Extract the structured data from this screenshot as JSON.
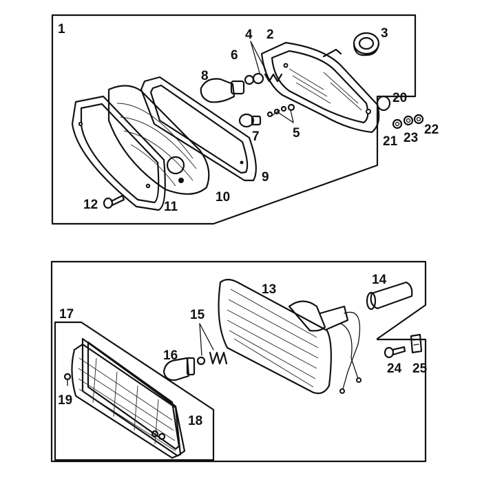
{
  "diagram": {
    "top_assembly": {
      "callouts": [
        "1",
        "2",
        "3",
        "4",
        "5",
        "6",
        "7",
        "8",
        "9",
        "10",
        "11",
        "12",
        "20",
        "21",
        "22",
        "23"
      ]
    },
    "bottom_assembly": {
      "callouts": [
        "13",
        "14",
        "15",
        "16",
        "17",
        "18",
        "19",
        "24",
        "25"
      ]
    }
  },
  "labels": {
    "l1": "1",
    "l2": "2",
    "l3": "3",
    "l4": "4",
    "l5": "5",
    "l6": "6",
    "l7": "7",
    "l8": "8",
    "l9": "9",
    "l10": "10",
    "l11": "11",
    "l12": "12",
    "l13": "13",
    "l14": "14",
    "l15": "15",
    "l16": "16",
    "l17": "17",
    "l18": "18",
    "l19": "19",
    "l20": "20",
    "l21": "21",
    "l22": "22",
    "l23": "23",
    "l24": "24",
    "l25": "25"
  }
}
